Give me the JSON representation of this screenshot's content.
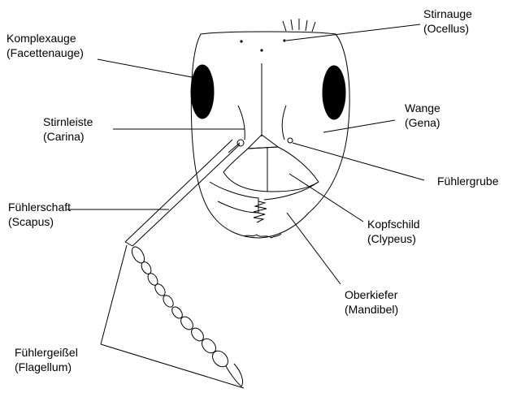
{
  "colors": {
    "background": "#ffffff",
    "ink": "#000000"
  },
  "labels": {
    "komplexauge": {
      "name": "Komplexauge",
      "alt": "(Facettenauge)"
    },
    "stirnauge": {
      "name": "Stirnauge",
      "alt": "(Ocellus)"
    },
    "stirnleiste": {
      "name": "Stirnleiste",
      "alt": "(Carina)"
    },
    "wange": {
      "name": "Wange",
      "alt": "(Gena)"
    },
    "fuehlergrube": {
      "name": "Fühlergrube"
    },
    "fuehlerschaft": {
      "name": "Fühlerschaft",
      "alt": "(Scapus)"
    },
    "kopfschild": {
      "name": "Kopfschild",
      "alt": "(Clypeus)"
    },
    "oberkiefer": {
      "name": "Oberkiefer",
      "alt": "(Mandibel)"
    },
    "fuehlergeissel": {
      "name": "Fühlergeißel",
      "alt": "(Flagellum)"
    }
  }
}
